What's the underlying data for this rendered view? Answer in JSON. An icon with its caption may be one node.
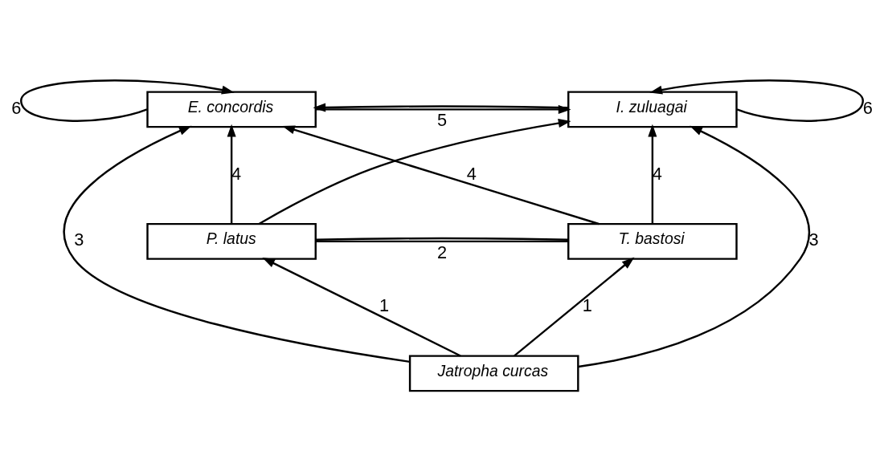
{
  "diagram": {
    "nodes": [
      {
        "text": [
          "E. concordis"
        ]
      },
      {
        "text": [
          "I. zuluagai"
        ]
      },
      {
        "text": [
          "P. latus"
        ]
      },
      {
        "text": [
          "T. bastosi"
        ]
      },
      {
        "text": [
          "Jatropha curcas"
        ]
      }
    ],
    "edges": [
      {
        "from": 0,
        "to": 0,
        "arrow": "to",
        "label": "6"
      },
      {
        "from": 1,
        "to": 1,
        "arrow": "to",
        "label": "6"
      },
      {
        "from": 0,
        "to": 1,
        "arrow": "to",
        "label": "5"
      },
      {
        "from": 1,
        "to": 0,
        "arrow": "to"
      },
      {
        "from": 2,
        "to": 0,
        "arrow": "to",
        "label": "4"
      },
      {
        "from": 2,
        "to": 1,
        "arrow": "to"
      },
      {
        "from": 3,
        "to": 0,
        "arrow": "to",
        "label": "4"
      },
      {
        "from": 3,
        "to": 1,
        "arrow": "to",
        "label": "4"
      },
      {
        "from": 2,
        "to": 3,
        "arrow": "none",
        "label": "2"
      },
      {
        "from": 2,
        "to": 3,
        "arrow": "none"
      },
      {
        "from": 4,
        "to": 2,
        "arrow": "to",
        "label": "1"
      },
      {
        "from": 4,
        "to": 3,
        "arrow": "to",
        "label": "1"
      },
      {
        "from": 4,
        "to": 0,
        "arrow": "to",
        "label": "3"
      },
      {
        "from": 4,
        "to": 1,
        "arrow": "to",
        "label": "3"
      }
    ]
  }
}
